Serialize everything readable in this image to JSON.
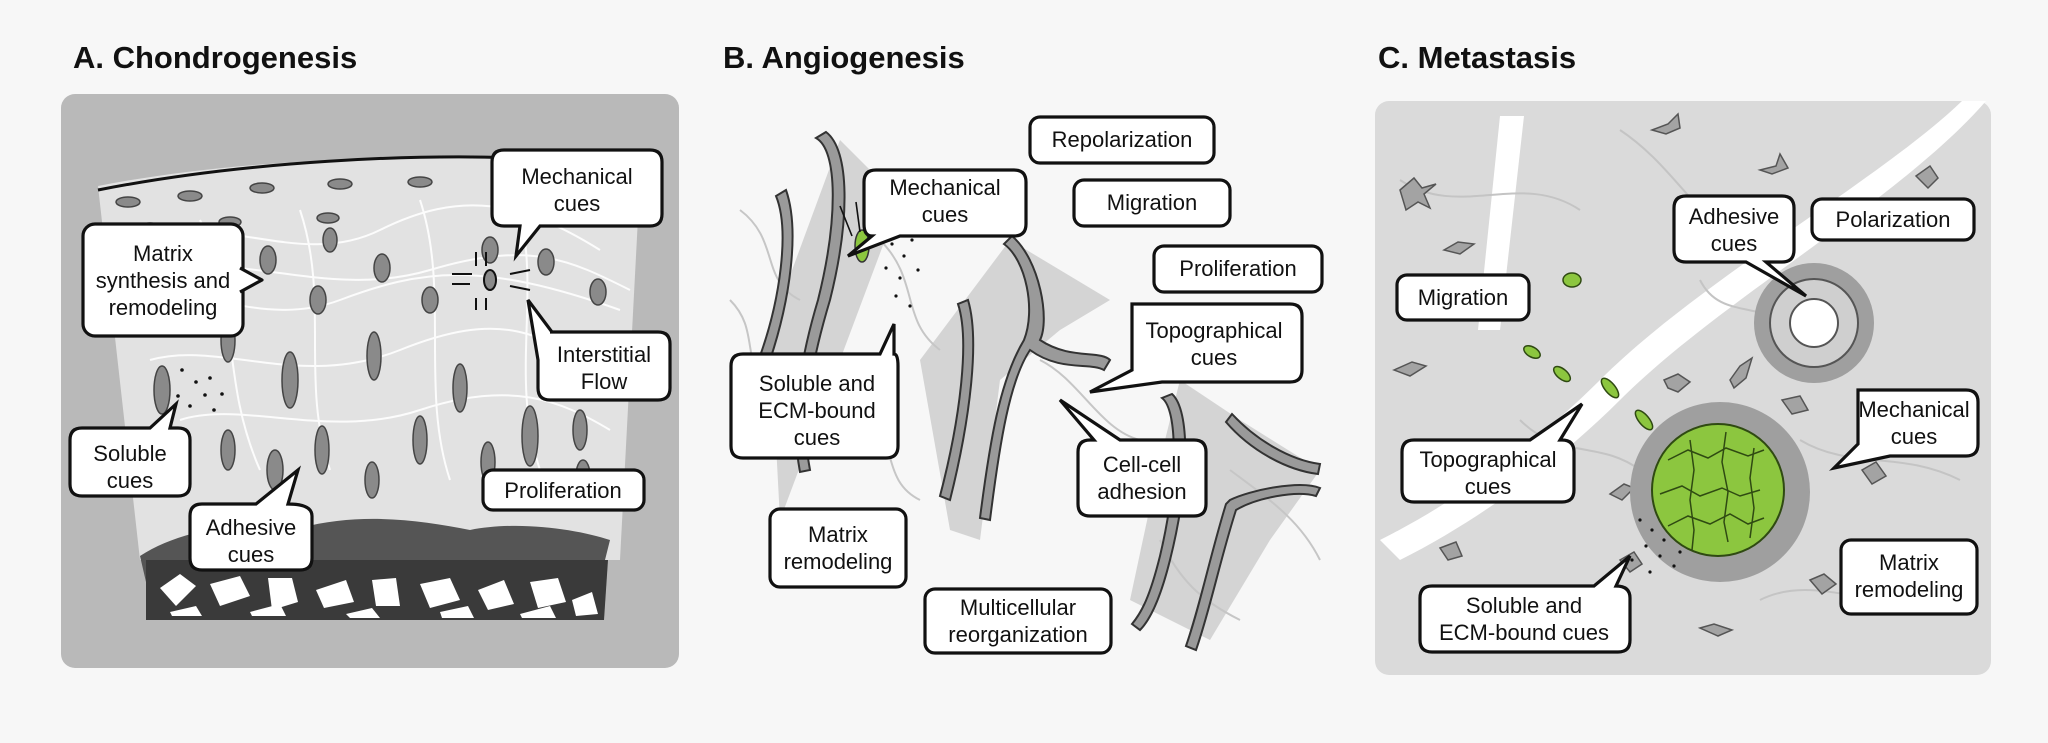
{
  "panels": {
    "a": {
      "title": "A. Chondrogenesis",
      "labels": {
        "matrix_synthesis": [
          "Matrix",
          "synthesis and",
          "remodeling"
        ],
        "mechanical_cues": [
          "Mechanical",
          "cues"
        ],
        "interstitial_flow": [
          "Interstitial",
          "Flow"
        ],
        "soluble_cues": [
          "Soluble",
          "cues"
        ],
        "adhesive_cues": [
          "Adhesive",
          "cues"
        ],
        "proliferation": [
          "Proliferation"
        ]
      }
    },
    "b": {
      "title": "B. Angiogenesis",
      "labels": {
        "repolarization": [
          "Repolarization"
        ],
        "mechanical_cues": [
          "Mechanical",
          "cues"
        ],
        "migration": [
          "Migration"
        ],
        "proliferation": [
          "Proliferation"
        ],
        "topographical_cues": [
          "Topographical",
          "cues"
        ],
        "soluble_ecm_cues": [
          "Soluble and",
          "ECM-bound",
          "cues"
        ],
        "cell_cell_adhesion": [
          "Cell-cell",
          "adhesion"
        ],
        "matrix_remodeling": [
          "Matrix",
          "remodeling"
        ],
        "multicellular_reorganization": [
          "Multicellular",
          "reorganization"
        ]
      }
    },
    "c": {
      "title": "C. Metastasis",
      "labels": {
        "adhesive_cues": [
          "Adhesive",
          "cues"
        ],
        "polarization": [
          "Polarization"
        ],
        "migration": [
          "Migration"
        ],
        "mechanical_cues": [
          "Mechanical",
          "cues"
        ],
        "topographical_cues": [
          "Topographical",
          "cues"
        ],
        "matrix_remodeling": [
          "Matrix",
          "remodeling"
        ],
        "soluble_ecm_cues": [
          "Soluble and",
          "ECM-bound cues"
        ]
      }
    }
  },
  "colors": {
    "background": "#f7f7f7",
    "panel_gray": "#b9b9b9",
    "tissue_light": "#dcdcdc",
    "cell_dark": "#777777",
    "tumor_green": "#8cc63f",
    "text": "#111111"
  }
}
